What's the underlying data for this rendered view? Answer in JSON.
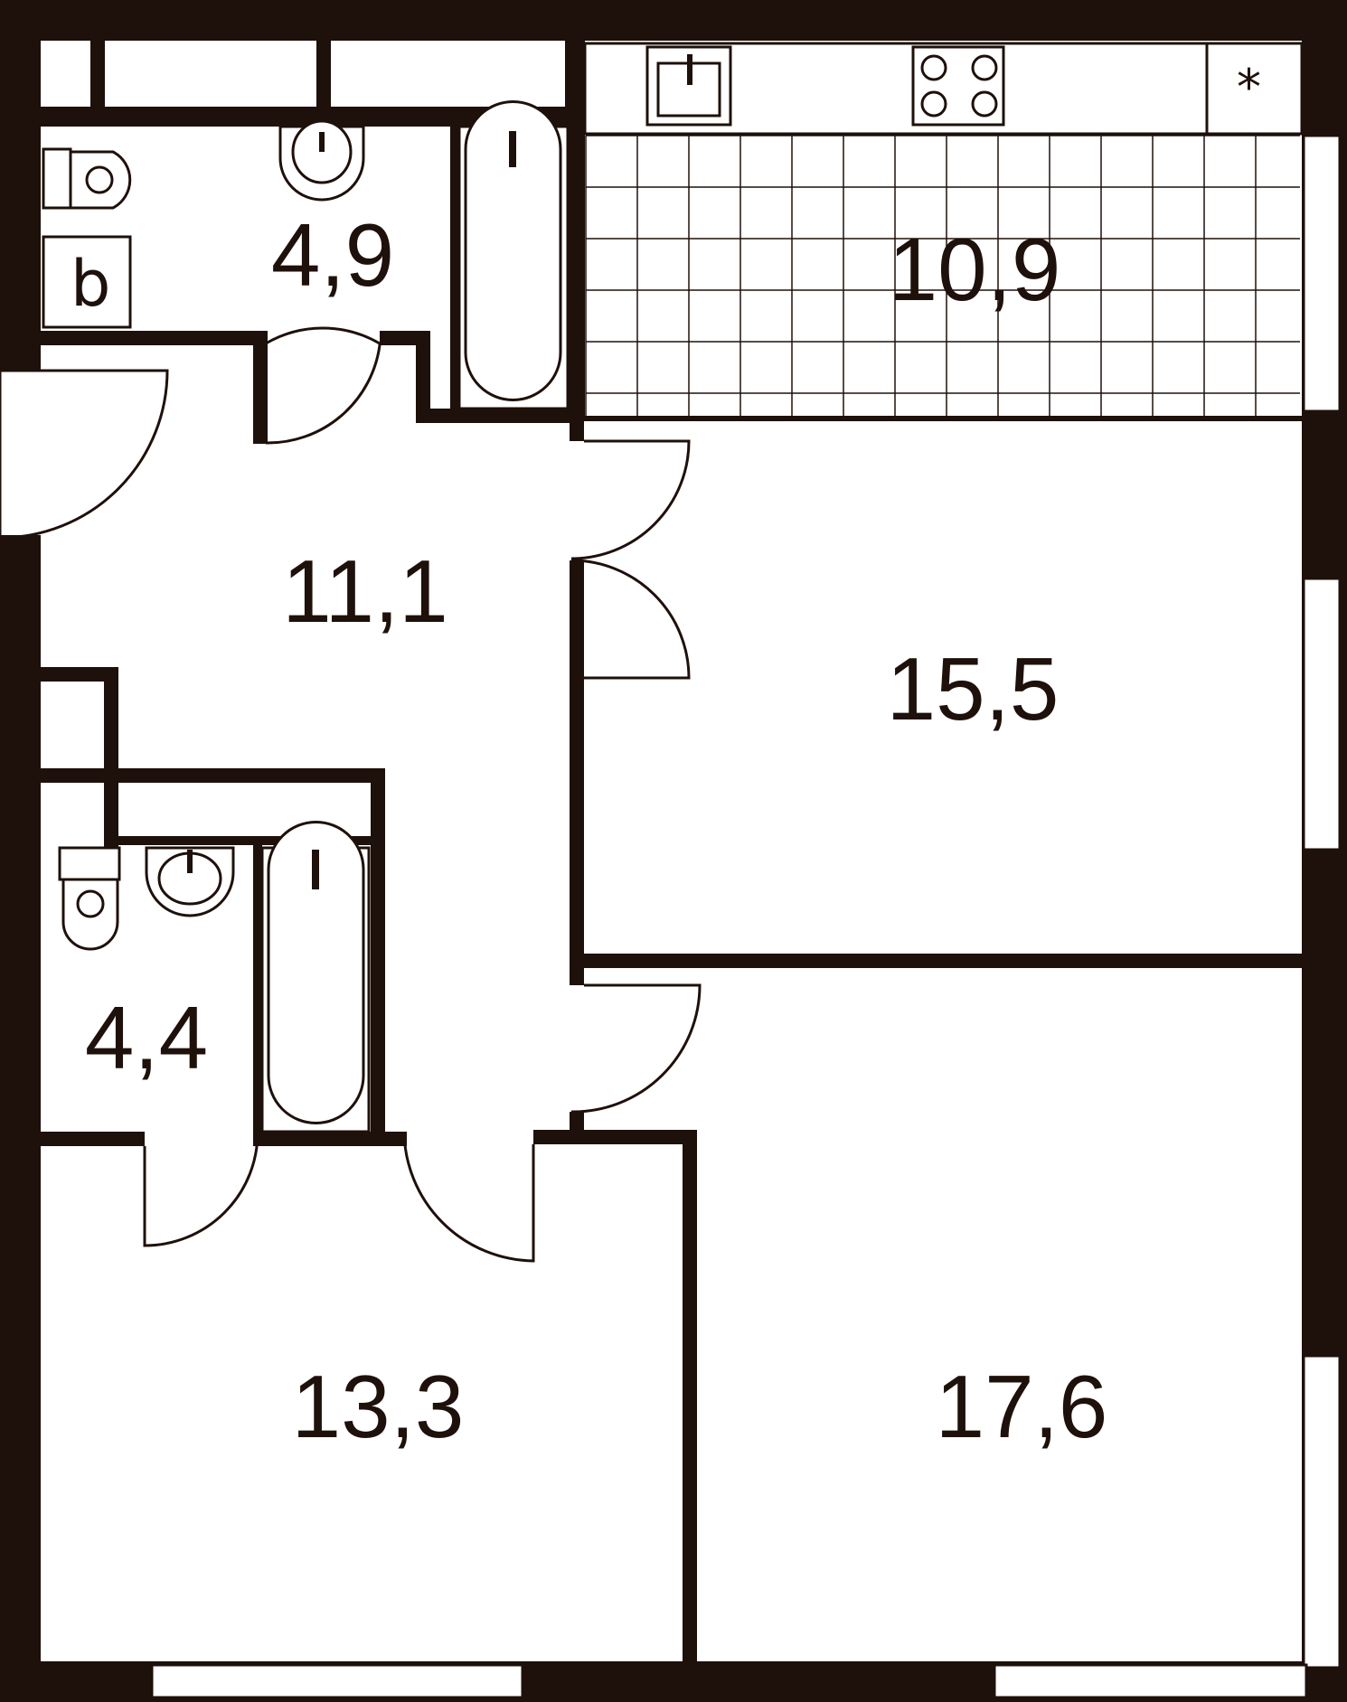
{
  "colors": {
    "wall": "#1e100a",
    "background": "#ffffff"
  },
  "rooms": [
    {
      "id": "bathroom-1",
      "area": "4,9"
    },
    {
      "id": "kitchen",
      "area": "10,9"
    },
    {
      "id": "hallway",
      "area": "11,1"
    },
    {
      "id": "bedroom-1",
      "area": "15,5"
    },
    {
      "id": "bathroom-2",
      "area": "4,4"
    },
    {
      "id": "bedroom-2",
      "area": "13,3"
    },
    {
      "id": "living-room",
      "area": "17,6"
    }
  ],
  "fixtures": {
    "ventilation_symbol": "*",
    "boiler_symbol": "b"
  }
}
